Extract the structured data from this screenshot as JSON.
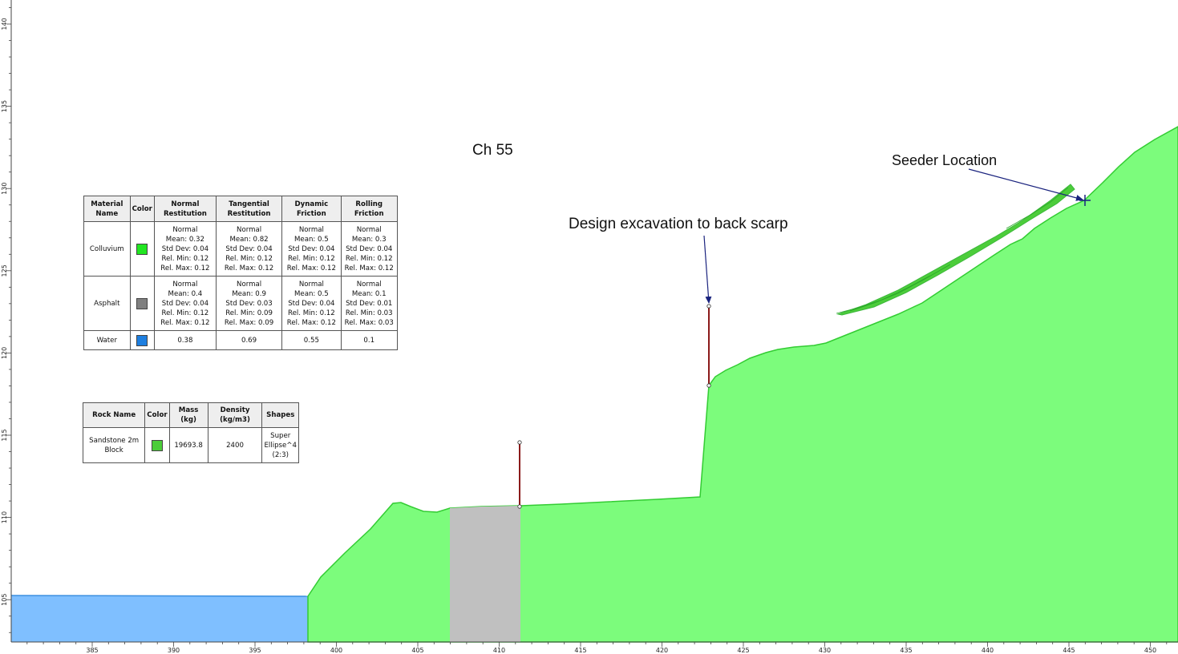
{
  "annotations": {
    "section_title": "Ch 55",
    "seeder_label": "Seeder Location",
    "excavation_label": "Design excavation to back scarp"
  },
  "axes": {
    "x_ticks": [
      "385",
      "390",
      "395",
      "400",
      "405",
      "410",
      "415",
      "420",
      "425",
      "430",
      "435",
      "440",
      "445",
      "450"
    ],
    "y_ticks": [
      "140",
      "135",
      "130",
      "125",
      "120",
      "115",
      "110",
      "105"
    ]
  },
  "colors": {
    "colluvium": "#7cfc7c",
    "colluvium_edge": "#33cc33",
    "asphalt": "#c0c0c0",
    "water": "#7fbfff",
    "water_edge": "#3b8fe0",
    "barrier": "#8b1a1a",
    "arrow": "#1a237e",
    "trajectory": "#4ccd3a"
  },
  "materials_table": {
    "headers": [
      "Material Name",
      "Color",
      "Normal Restitution",
      "Tangential Restitution",
      "Dynamic Friction",
      "Rolling Friction"
    ],
    "rows": [
      {
        "name": "Colluvium",
        "color": "#22e622",
        "normal_restitution": [
          "Normal",
          "Mean: 0.32",
          "Std Dev: 0.04",
          "Rel. Min: 0.12",
          "Rel. Max: 0.12"
        ],
        "tangential_restitution": [
          "Normal",
          "Mean: 0.82",
          "Std Dev: 0.04",
          "Rel. Min: 0.12",
          "Rel. Max: 0.12"
        ],
        "dynamic_friction": [
          "Normal",
          "Mean: 0.5",
          "Std Dev: 0.04",
          "Rel. Min: 0.12",
          "Rel. Max: 0.12"
        ],
        "rolling_friction": [
          "Normal",
          "Mean: 0.3",
          "Std Dev: 0.04",
          "Rel. Min: 0.12",
          "Rel. Max: 0.12"
        ]
      },
      {
        "name": "Asphalt",
        "color": "#808080",
        "normal_restitution": [
          "Normal",
          "Mean: 0.4",
          "Std Dev: 0.04",
          "Rel. Min: 0.12",
          "Rel. Max: 0.12"
        ],
        "tangential_restitution": [
          "Normal",
          "Mean: 0.9",
          "Std Dev: 0.03",
          "Rel. Min: 0.09",
          "Rel. Max: 0.09"
        ],
        "dynamic_friction": [
          "Normal",
          "Mean: 0.5",
          "Std Dev: 0.04",
          "Rel. Min: 0.12",
          "Rel. Max: 0.12"
        ],
        "rolling_friction": [
          "Normal",
          "Mean: 0.1",
          "Std Dev: 0.01",
          "Rel. Min: 0.03",
          "Rel. Max: 0.03"
        ]
      },
      {
        "name": "Water",
        "color": "#1e7fe0",
        "normal_restitution": [
          "0.38"
        ],
        "tangential_restitution": [
          "0.69"
        ],
        "dynamic_friction": [
          "0.55"
        ],
        "rolling_friction": [
          "0.1"
        ]
      }
    ]
  },
  "rock_table": {
    "headers": [
      "Rock Name",
      "Color",
      "Mass (kg)",
      "Density (kg/m3)",
      "Shapes"
    ],
    "rows": [
      {
        "name": "Sandstone 2m Block",
        "color": "#4ccd3a",
        "mass": "19693.8",
        "density": "2400",
        "shapes": [
          "Super",
          "Ellipse^4",
          "(2:3)"
        ]
      }
    ]
  }
}
